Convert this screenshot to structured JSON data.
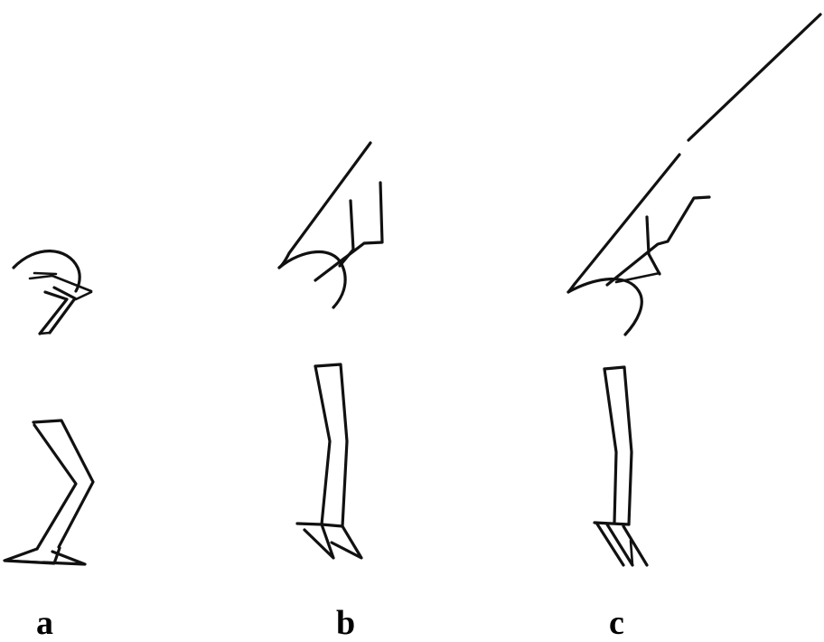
{
  "panels": [
    {
      "id": "a",
      "label": "a"
    },
    {
      "id": "b",
      "label": "b"
    },
    {
      "id": "c",
      "label": "c"
    }
  ],
  "colors": {
    "background": "#ffffff",
    "stroke": "#111111",
    "label": "#000000"
  }
}
